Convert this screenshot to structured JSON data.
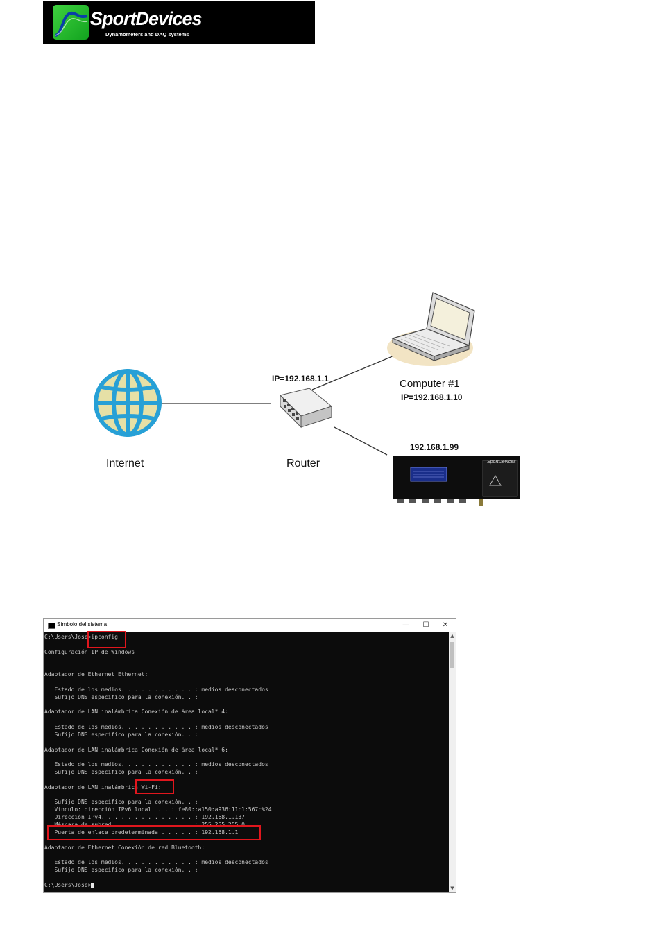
{
  "logo": {
    "brand": "SportDevices",
    "tagline": "Dynamometers and DAQ systems",
    "colors": {
      "background": "#000000",
      "mark": "#22b52f",
      "text": "#ffffff"
    }
  },
  "diagram": {
    "internet_label": "Internet",
    "router_ip": "IP=192.168.1.1",
    "router_label": "Router",
    "computer_label": "Computer #1",
    "computer_ip": "IP=192.168.1.10",
    "device_ip": "192.168.1.99",
    "device_brand": "SportDevices",
    "colors": {
      "globe_fill": "#e6e0a6",
      "globe_stroke": "#27a0d6",
      "line": "#333333"
    }
  },
  "cmd": {
    "title": "Símbolo del sistema",
    "buttons": {
      "minimize": "—",
      "maximize": "☐",
      "close": "✕"
    },
    "lines": [
      "C:\\Users\\Jose>ipconfig",
      "",
      "Configuración IP de Windows",
      "",
      "",
      "Adaptador de Ethernet Ethernet:",
      "",
      "   Estado de los medios. . . . . . . . . . . : medios desconectados",
      "   Sufijo DNS específico para la conexión. . :",
      "",
      "Adaptador de LAN inalámbrica Conexión de área local* 4:",
      "",
      "   Estado de los medios. . . . . . . . . . . : medios desconectados",
      "   Sufijo DNS específico para la conexión. . :",
      "",
      "Adaptador de LAN inalámbrica Conexión de área local* 6:",
      "",
      "   Estado de los medios. . . . . . . . . . . : medios desconectados",
      "   Sufijo DNS específico para la conexión. . :",
      "",
      "Adaptador de LAN inalámbrica Wi-Fi:",
      "",
      "   Sufijo DNS específico para la conexión. . :",
      "   Vínculo: dirección IPv6 local. . . : fe80::a150:a936:11c1:567c%24",
      "   Dirección IPv4. . . . . . . . . . . . . . : 192.168.1.137",
      "   Máscara de subred . . . . . . . . . . . . : 255.255.255.0",
      "   Puerta de enlace predeterminada . . . . . : 192.168.1.1",
      "Adaptador de Ethernet Conexión de red Bluetooth:",
      "",
      "   Estado de los medios. . . . . . . . . . . : medios desconectados",
      "   Sufijo DNS específico para la conexión. . :",
      "",
      "C:\\Users\\Jose>"
    ],
    "colors": {
      "background": "#0c0c0c",
      "text": "#c8c8c8",
      "highlight": "#e0161d"
    }
  }
}
